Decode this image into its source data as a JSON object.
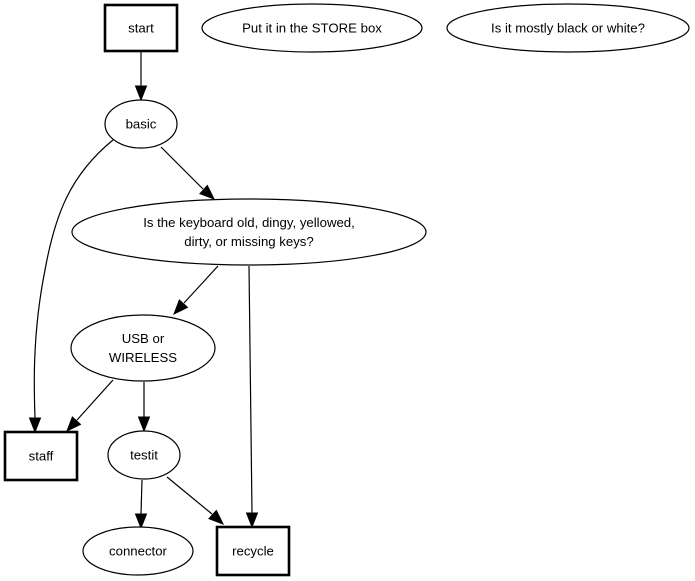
{
  "diagram": {
    "type": "flowchart",
    "nodes": [
      {
        "id": "start",
        "shape": "box",
        "lines": [
          "start"
        ]
      },
      {
        "id": "store",
        "shape": "ellipse",
        "lines": [
          "Put it in the STORE box"
        ]
      },
      {
        "id": "blackwhite",
        "shape": "ellipse",
        "lines": [
          "Is it mostly black or white?"
        ]
      },
      {
        "id": "basic",
        "shape": "ellipse",
        "lines": [
          "basic"
        ]
      },
      {
        "id": "old",
        "shape": "ellipse",
        "lines": [
          "Is the keyboard old, dingy, yellowed,",
          "dirty, or missing keys?"
        ]
      },
      {
        "id": "usb",
        "shape": "ellipse",
        "lines": [
          "USB or",
          "WIRELESS"
        ]
      },
      {
        "id": "staff",
        "shape": "box",
        "lines": [
          "staff"
        ]
      },
      {
        "id": "testit",
        "shape": "ellipse",
        "lines": [
          "testit"
        ]
      },
      {
        "id": "connector",
        "shape": "ellipse",
        "lines": [
          "connector"
        ]
      },
      {
        "id": "recycle",
        "shape": "box",
        "lines": [
          "recycle"
        ]
      }
    ],
    "edges": [
      {
        "from": "start",
        "to": "basic"
      },
      {
        "from": "basic",
        "to": "old"
      },
      {
        "from": "basic",
        "to": "staff"
      },
      {
        "from": "old",
        "to": "usb"
      },
      {
        "from": "old",
        "to": "recycle"
      },
      {
        "from": "usb",
        "to": "staff"
      },
      {
        "from": "usb",
        "to": "testit"
      },
      {
        "from": "testit",
        "to": "connector"
      },
      {
        "from": "testit",
        "to": "recycle"
      }
    ]
  }
}
